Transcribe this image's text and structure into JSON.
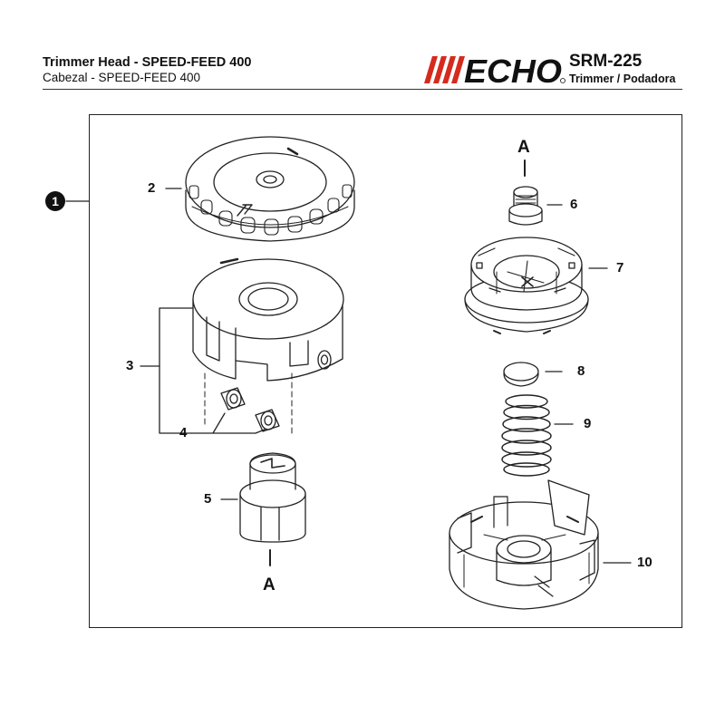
{
  "header": {
    "title": "Trimmer Head - SPEED-FEED 400",
    "subtitle": "Cabezal -  SPEED-FEED 400",
    "brand": "ECHO",
    "model": "SRM-225",
    "model_sub": "Trimmer / Podadora"
  },
  "diagram": {
    "assembly_number": "1",
    "ref_letter_top": "A",
    "ref_letter_bottom": "A",
    "callouts": {
      "c2": "2",
      "c3": "3",
      "c4": "4",
      "c5": "5",
      "c6": "6",
      "c7": "7",
      "c8": "8",
      "c9": "9",
      "c10": "10"
    }
  },
  "colors": {
    "brand_red": "#d52b1e",
    "ink": "#111111",
    "line": "#222222"
  }
}
